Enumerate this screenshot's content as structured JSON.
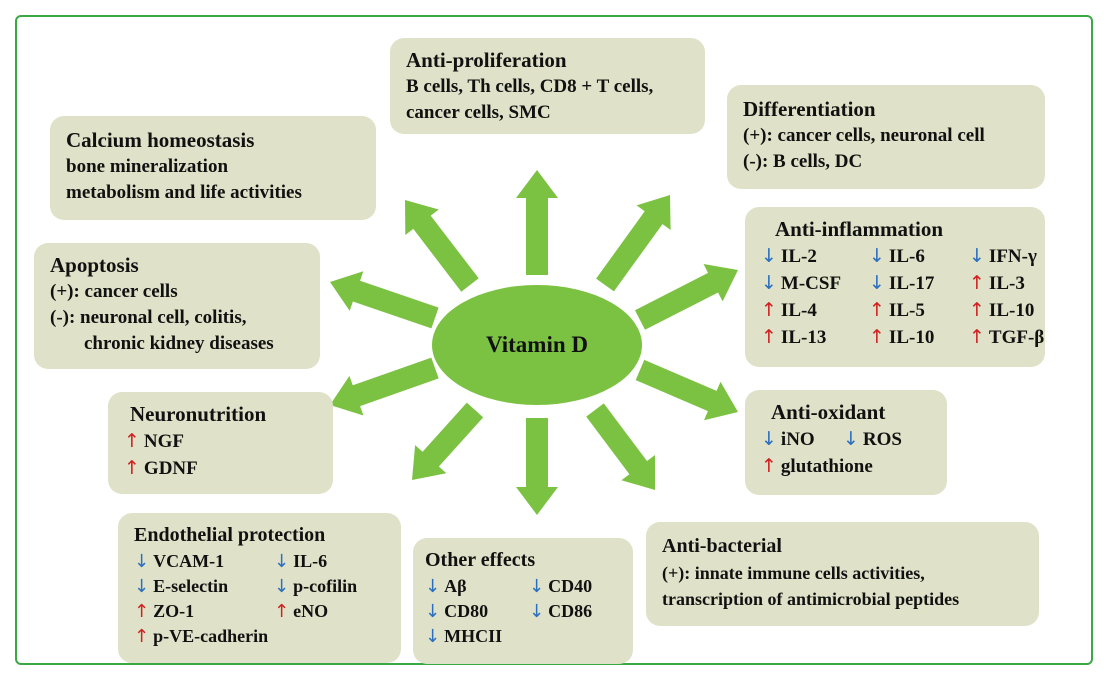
{
  "center": {
    "label": "Vitamin D"
  },
  "colors": {
    "frame": "#3aa845",
    "arrow": "#7cc242",
    "box": "#dfe2c8",
    "down": "#2a6fc0",
    "up": "#d02020"
  },
  "boxes": {
    "anti_proliferation": {
      "title": "Anti-proliferation",
      "lines": [
        "B cells, Th cells, CD8 + T cells,",
        "cancer cells, SMC"
      ]
    },
    "calcium": {
      "title": "Calcium homeostasis",
      "lines": [
        "bone mineralization",
        "metabolism and life activities"
      ]
    },
    "differentiation": {
      "title": "Differentiation",
      "lines": [
        "(+): cancer cells, neuronal cell",
        "(-): B cells, DC"
      ]
    },
    "apoptosis": {
      "title": "Apoptosis",
      "lines": [
        "(+): cancer cells",
        "(-): neuronal cell, colitis,",
        "chronic kidney diseases"
      ]
    },
    "anti_inflammation": {
      "title": "Anti-inflammation",
      "items": [
        {
          "dir": "down",
          "text": "IL-2"
        },
        {
          "dir": "down",
          "text": "IL-6"
        },
        {
          "dir": "down",
          "text": "IFN-γ"
        },
        {
          "dir": "down",
          "text": "M-CSF"
        },
        {
          "dir": "down",
          "text": "IL-17"
        },
        {
          "dir": "up",
          "text": "IL-3"
        },
        {
          "dir": "up",
          "text": "IL-4"
        },
        {
          "dir": "up",
          "text": "IL-5"
        },
        {
          "dir": "up",
          "text": "IL-10"
        },
        {
          "dir": "up",
          "text": "IL-13"
        },
        {
          "dir": "up",
          "text": "IL-10"
        },
        {
          "dir": "up",
          "text": "TGF-β"
        }
      ]
    },
    "neuronutrition": {
      "title": "Neuronutrition",
      "items": [
        {
          "dir": "up",
          "text": "NGF"
        },
        {
          "dir": "up",
          "text": "GDNF"
        }
      ]
    },
    "anti_oxidant": {
      "title": "Anti-oxidant",
      "items": [
        {
          "dir": "down",
          "text": "iNO"
        },
        {
          "dir": "down",
          "text": "ROS"
        },
        {
          "dir": "up",
          "text": "glutathione"
        }
      ]
    },
    "endothelial": {
      "title": "Endothelial protection",
      "items": [
        {
          "dir": "down",
          "text": "VCAM-1"
        },
        {
          "dir": "down",
          "text": "IL-6"
        },
        {
          "dir": "down",
          "text": "E-selectin"
        },
        {
          "dir": "down",
          "text": "p-cofilin"
        },
        {
          "dir": "up",
          "text": "ZO-1"
        },
        {
          "dir": "up",
          "text": "eNO"
        },
        {
          "dir": "up",
          "text": "p-VE-cadherin"
        }
      ]
    },
    "other": {
      "title": "Other effects",
      "items": [
        {
          "dir": "down",
          "text": "Aβ"
        },
        {
          "dir": "down",
          "text": "CD40"
        },
        {
          "dir": "down",
          "text": "CD80"
        },
        {
          "dir": "down",
          "text": "CD86"
        },
        {
          "dir": "down",
          "text": "MHCII"
        }
      ]
    },
    "anti_bacterial": {
      "title": "Anti-bacterial",
      "lines": [
        "(+): innate immune cells activities,",
        "transcription of antimicrobial peptides"
      ]
    }
  },
  "arrow_symbols": {
    "down": "↓",
    "up": "↑"
  }
}
